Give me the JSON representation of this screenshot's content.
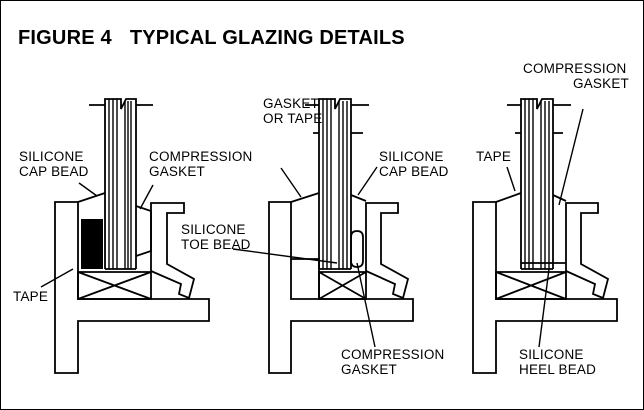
{
  "figure": {
    "number": "FIGURE 4",
    "title": "TYPICAL GLAZING DETAILS"
  },
  "details": [
    {
      "labels": {
        "silicone_cap_bead": [
          "SILICONE",
          "CAP BEAD"
        ],
        "compression_gasket": [
          "COMPRESSION",
          "GASKET"
        ],
        "tape": [
          "TAPE"
        ]
      }
    },
    {
      "labels": {
        "gasket_or_tape": [
          "GASKET",
          "OR TAPE"
        ],
        "silicone_cap_bead": [
          "SILICONE",
          "CAP BEAD"
        ],
        "silicone_toe_bead": [
          "SILICONE",
          "TOE BEAD"
        ],
        "compression_gasket": [
          "COMPRESSION",
          "GASKET"
        ]
      }
    },
    {
      "labels": {
        "compression_gasket": [
          "COMPRESSION",
          "GASKET"
        ],
        "tape": [
          "TAPE"
        ],
        "silicone_heel_bead": [
          "SILICONE",
          "HEEL BEAD"
        ]
      }
    }
  ],
  "colors": {
    "line": "#000000",
    "background": "#ffffff"
  }
}
